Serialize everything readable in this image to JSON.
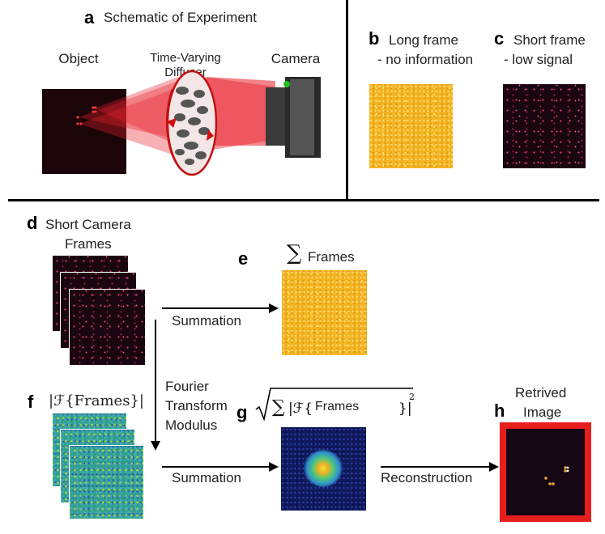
{
  "panel_a": {
    "letter": "a",
    "title": "Schematic of Experiment",
    "object_label": "Object",
    "diffuser_label_1": "Time-Varying",
    "diffuser_label_2": "Diffuser",
    "camera_label": "Camera"
  },
  "panel_b": {
    "letter": "b",
    "line1": "Long frame",
    "line2": "- no information"
  },
  "panel_c": {
    "letter": "c",
    "line1": "Short frame",
    "line2": "- low signal"
  },
  "panel_d": {
    "letter": "d",
    "line1": "Short Camera",
    "line2": "Frames"
  },
  "panel_e": {
    "letter": "e",
    "label": "Frames"
  },
  "panel_f": {
    "letter": "f",
    "label": "|ℱ{Frames}|"
  },
  "panel_g": {
    "letter": "g",
    "label": "Frames"
  },
  "panel_h": {
    "letter": "h",
    "line1": "Retrived",
    "line2": "Image"
  },
  "arrows": {
    "summation_top": "Summation",
    "summation_bottom": "Summation",
    "fourier_1": "Fourier",
    "fourier_2": "Transform",
    "fourier_3": "Modulus",
    "reconstruction": "Reconstruction"
  },
  "colors": {
    "laser_red": "#e8202a",
    "frame_red": "#e61e1e",
    "gold": "#f3b421",
    "dark": "#1a0610"
  }
}
